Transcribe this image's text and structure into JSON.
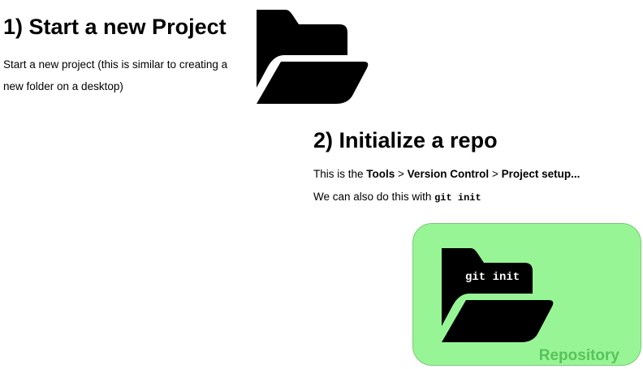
{
  "step1": {
    "heading": "1) Start a new Project",
    "text": "Start a new project (this is similar to creating a new folder on a desktop)"
  },
  "step2": {
    "heading": "2) Initialize a repo",
    "menu_prefix": "This is the ",
    "menu_tools": "Tools",
    "sep1": " > ",
    "menu_version_control": "Version Control",
    "sep2": " > ",
    "menu_project_setup": "Project setup...",
    "also_text": "We can also do this with ",
    "command": "git init"
  },
  "repository": {
    "folder_label": "git init",
    "label": "Repository",
    "background_color": "#98f596",
    "label_color": "#58c35a"
  },
  "icons": {
    "folder1": "open-folder-icon",
    "folder2": "open-folder-icon"
  }
}
